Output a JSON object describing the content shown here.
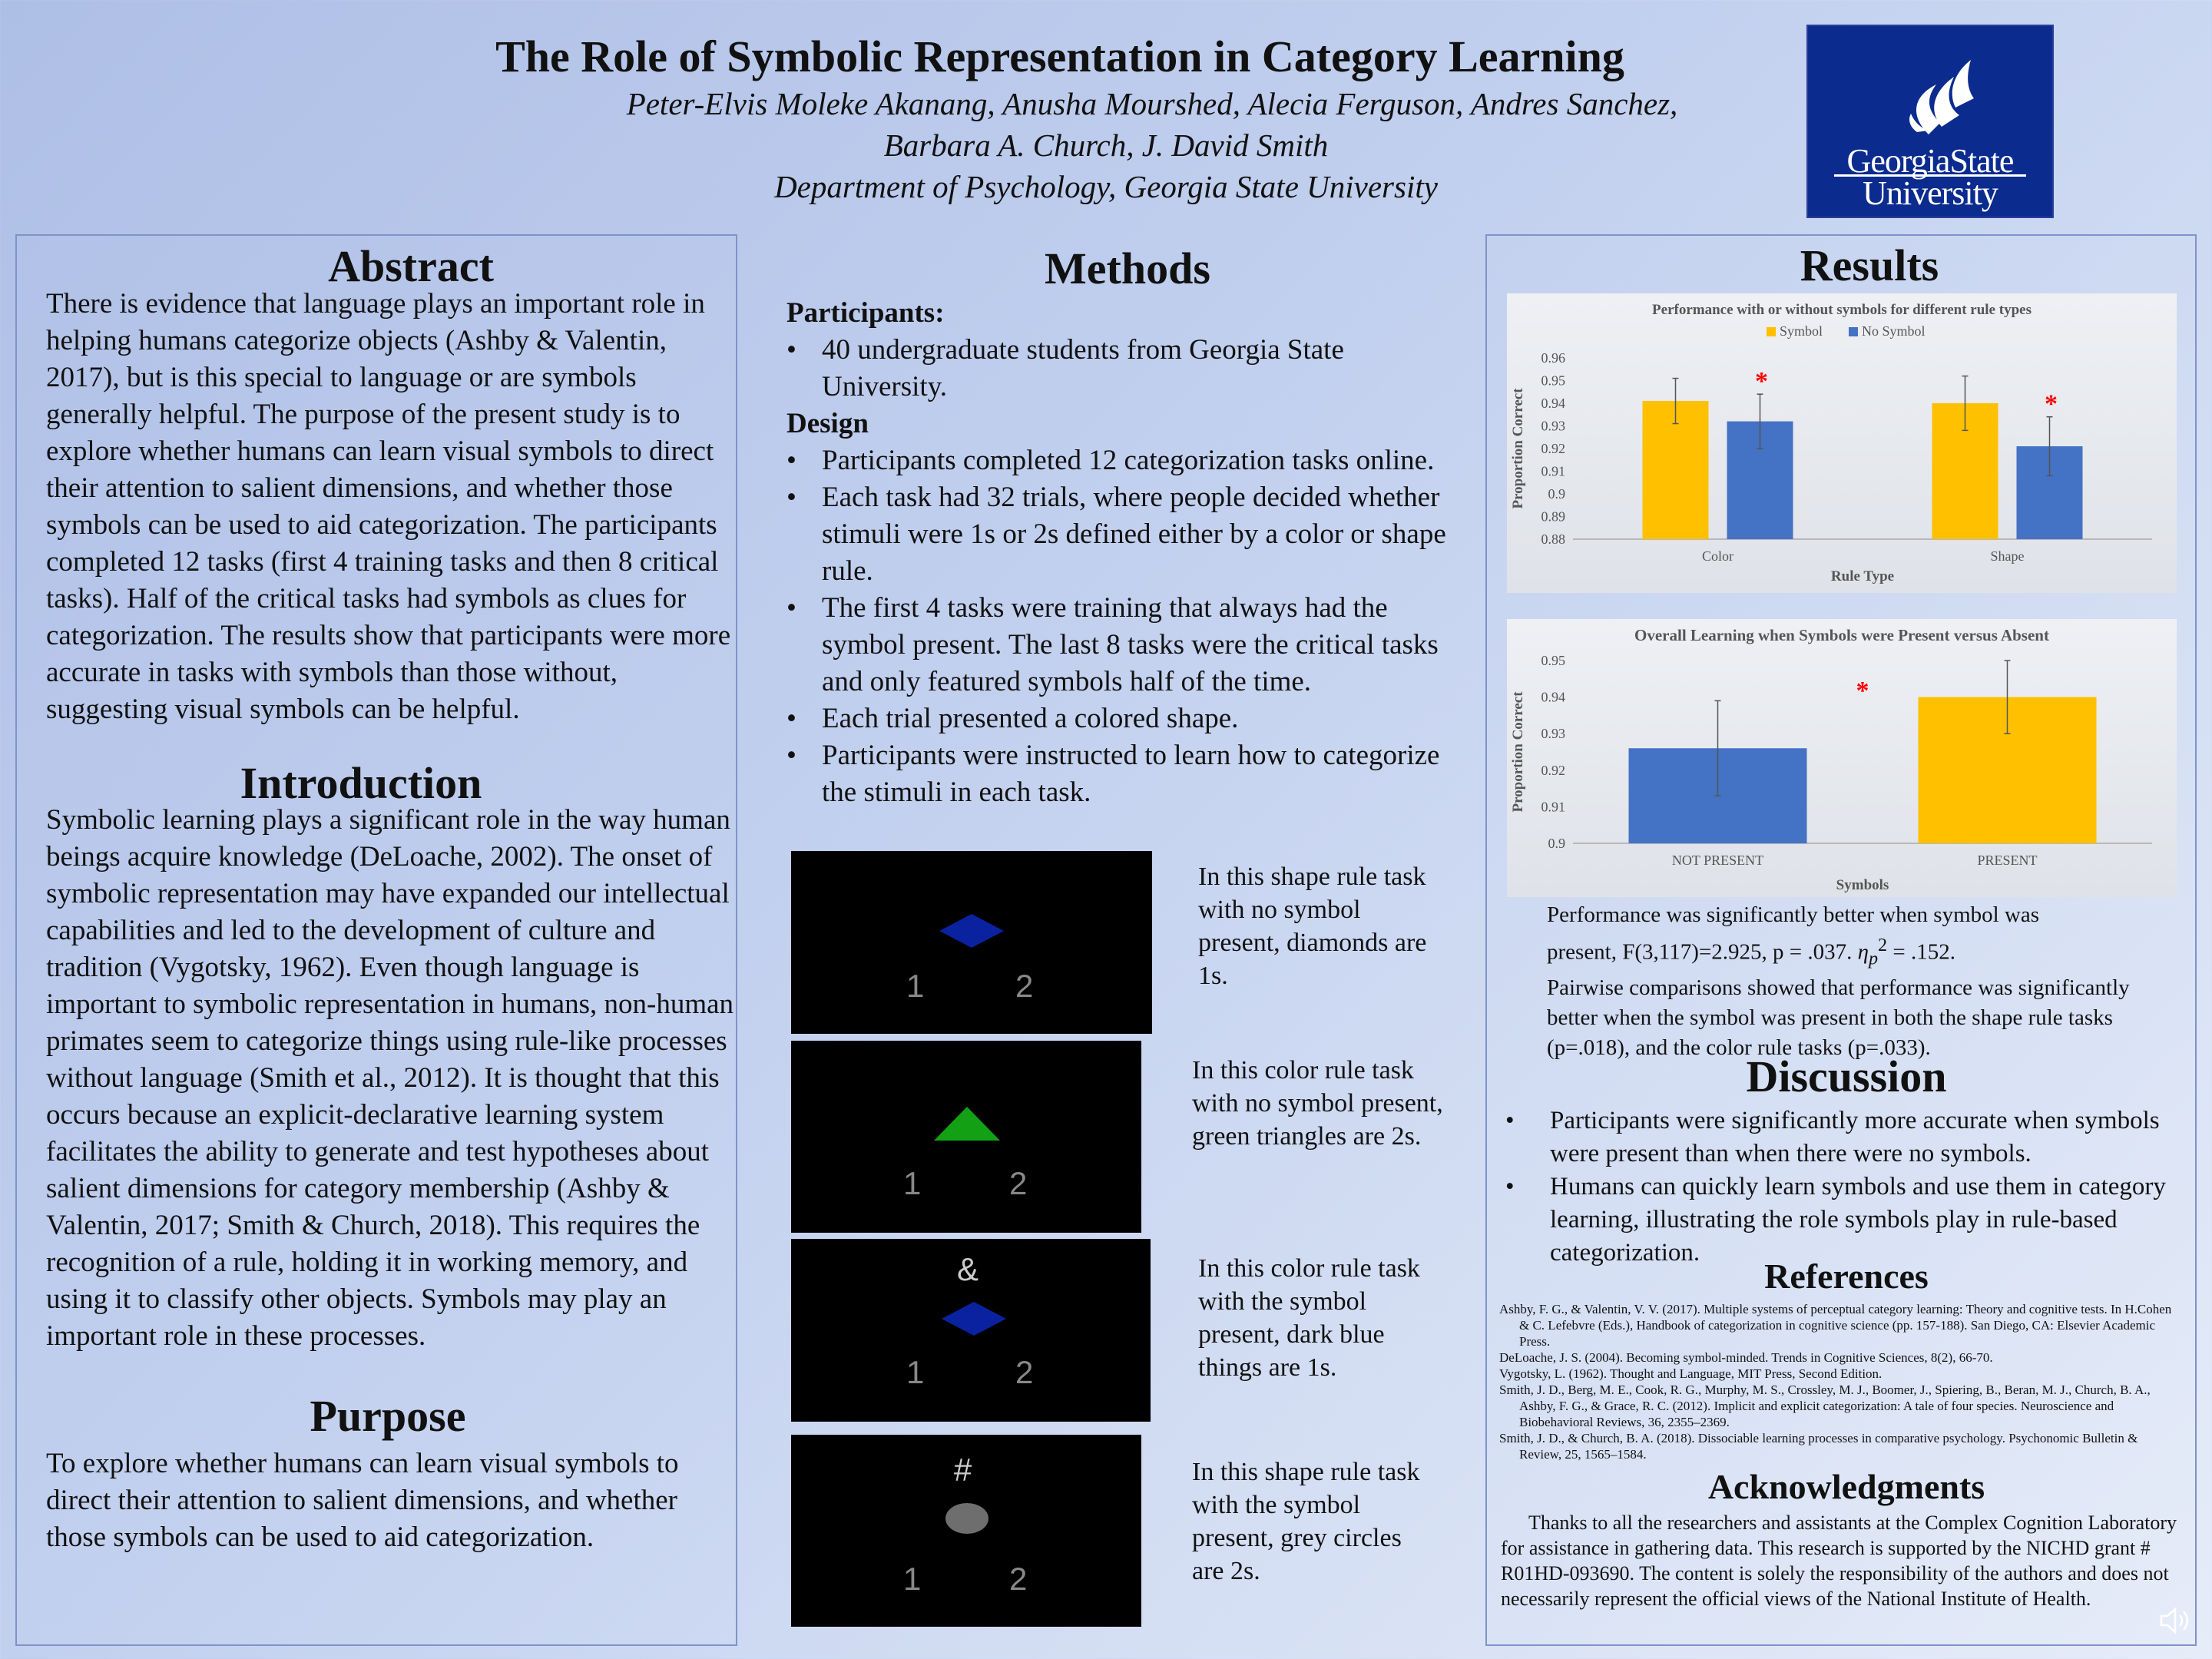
{
  "header": {
    "title": "The Role of Symbolic Representation in Category Learning",
    "authors_line1": "Peter-Elvis Moleke Akanang, Anusha Mourshed, Alecia Ferguson, Andres Sanchez,",
    "authors_line2": "Barbara A. Church, J. David Smith",
    "department": "Department of Psychology, Georgia State University",
    "logo_line1": "GeorgiaState",
    "logo_line2": "University"
  },
  "abstract": {
    "heading": "Abstract",
    "text": "There is evidence that language plays an important role in helping humans categorize objects (Ashby & Valentin, 2017), but is this special to language or are symbols generally helpful. The purpose of the present study is to explore whether humans can learn visual symbols to direct their attention to salient dimensions, and whether those symbols can be used to aid categorization. The participants completed 12 tasks (first 4 training tasks and then 8 critical tasks). Half of the critical tasks had symbols as clues for categorization. The results show that participants were more accurate in tasks with symbols than those without, suggesting visual symbols can be helpful."
  },
  "introduction": {
    "heading": "Introduction",
    "text": "Symbolic learning plays a significant role in the way human beings acquire knowledge (DeLoache, 2002). The onset of symbolic representation may have expanded our intellectual capabilities and led to the development of culture and tradition (Vygotsky, 1962). Even though language is important to symbolic representation in humans, non-human primates seem to categorize things using rule-like processes without language (Smith et al., 2012). It is thought that this occurs because an explicit-declarative learning system facilitates the ability to generate and test hypotheses about salient dimensions for category membership (Ashby & Valentin, 2017; Smith & Church, 2018). This requires the recognition of a rule, holding it in working memory, and using it to classify other objects. Symbols may play an important role in these processes."
  },
  "purpose": {
    "heading": "Purpose",
    "text": "To explore whether humans can learn visual symbols to direct their attention to salient dimensions, and whether those symbols can be used to aid categorization."
  },
  "methods": {
    "heading": "Methods",
    "participants_label": "Participants:",
    "participants_items": [
      "40 undergraduate students from Georgia State University."
    ],
    "design_label": "Design",
    "design_items": [
      "Participants completed 12 categorization tasks online.",
      "Each task had 32 trials, where people decided whether stimuli were 1s or 2s defined either by a color or shape rule.",
      "The first 4 tasks were training that always had the symbol present. The last 8 tasks were the critical tasks and only featured symbols half of the time.",
      "Each trial presented a colored shape.",
      "Participants were instructed to learn how to categorize the stimuli in each task."
    ],
    "stimuli": [
      {
        "symbol": "",
        "label_1": "1",
        "label_2": "2",
        "caption": "In this shape rule task with no symbol present, diamonds are 1s.",
        "shape": "diamond",
        "color": "#0a22a0"
      },
      {
        "symbol": "",
        "label_1": "1",
        "label_2": "2",
        "caption": "In this color rule task with no symbol present, green triangles are 2s.",
        "shape": "triangle",
        "color": "#14a014"
      },
      {
        "symbol": "&",
        "label_1": "1",
        "label_2": "2",
        "caption": "In this color rule task with the symbol present, dark blue things are 1s.",
        "shape": "diamond",
        "color": "#0a22a0"
      },
      {
        "symbol": "#",
        "label_1": "1",
        "label_2": "2",
        "caption": "In this shape rule task with the symbol present, grey circles are 2s.",
        "shape": "ellipse",
        "color": "#6e6e6e"
      }
    ]
  },
  "results": {
    "heading": "Results",
    "stats_line1": "Performance was significantly better when symbol was",
    "stats_line2_a": "present, F(3,117)=2.925, p = .037. ",
    "stats_eta": "η",
    "stats_eta_sub": "p",
    "stats_eta_sup": "2",
    "stats_line2_b": " = .152.",
    "pairwise": "Pairwise comparisons showed that performance was significantly better when the symbol was present in both the shape rule tasks (p=.018), and the color rule tasks (p=.033)."
  },
  "discussion": {
    "heading": "Discussion",
    "items": [
      "Participants were significantly more accurate when symbols were present than when there were no symbols.",
      "Humans can quickly learn symbols and use them in category learning, illustrating the role symbols play in rule-based categorization."
    ]
  },
  "references": {
    "heading": "References",
    "items": [
      "Ashby, F. G., & Valentin, V. V. (2017). Multiple systems of perceptual category learning: Theory and cognitive tests. In H.Cohen & C. Lefebvre (Eds.), Handbook of categorization in cognitive science (pp. 157-188). San Diego, CA: Elsevier Academic Press.",
      "DeLoache, J. S. (2004). Becoming symbol-minded. Trends in Cognitive Sciences, 8(2), 66-70.",
      "Vygotsky, L. (1962). Thought and Language, MIT Press, Second Edition.",
      "Smith, J. D., Berg, M. E., Cook, R. G., Murphy, M. S., Crossley, M. J., Boomer, J., Spiering, B., Beran, M. J., Church, B. A., Ashby, F. G., & Grace, R. C. (2012). Implicit and explicit categorization: A tale of four species. Neuroscience and Biobehavioral Reviews, 36, 2355–2369.",
      "Smith, J. D., & Church, B. A. (2018). Dissociable learning processes in comparative psychology. Psychonomic Bulletin & Review, 25, 1565–1584."
    ]
  },
  "acknowledgments": {
    "heading": "Acknowledgments",
    "text": "Thanks to all the researchers and assistants at the Complex Cognition Laboratory for assistance in gathering data. This research is supported by the NICHD grant # R01HD-093690. The content is solely the responsibility of the authors and does not necessarily represent the official views of the National Institute of Health."
  },
  "colors": {
    "symbol": "#ffc000",
    "no_symbol": "#4472c4",
    "significance": "#ff0000"
  },
  "chart_data": [
    {
      "type": "bar",
      "title": "Performance with or without symbols for different rule types",
      "xlabel": "Rule Type",
      "ylabel": "Proportion Correct",
      "categories": [
        "Color",
        "Shape"
      ],
      "series": [
        {
          "name": "Symbol",
          "values": [
            0.941,
            0.94
          ],
          "errors": [
            0.01,
            0.012
          ]
        },
        {
          "name": "No Symbol",
          "values": [
            0.932,
            0.921
          ],
          "errors": [
            0.012,
            0.013
          ]
        }
      ],
      "ylim": [
        0.88,
        0.96
      ],
      "yticks": [
        "0.88",
        "0.89",
        "0.9",
        "0.91",
        "0.92",
        "0.93",
        "0.94",
        "0.95",
        "0.96"
      ],
      "significance_marker": "*",
      "legend": "top",
      "grid": false
    },
    {
      "type": "bar",
      "title": "Overall Learning when Symbols were Present versus Absent",
      "xlabel": "Symbols",
      "ylabel": "Proportion Correct",
      "categories": [
        "NOT PRESENT",
        "PRESENT"
      ],
      "values": [
        0.926,
        0.94
      ],
      "errors": [
        0.013,
        0.01
      ],
      "ylim": [
        0.9,
        0.95
      ],
      "yticks": [
        "0.9",
        "0.91",
        "0.92",
        "0.93",
        "0.94",
        "0.95"
      ],
      "significance_marker": "*",
      "grid": false
    }
  ]
}
